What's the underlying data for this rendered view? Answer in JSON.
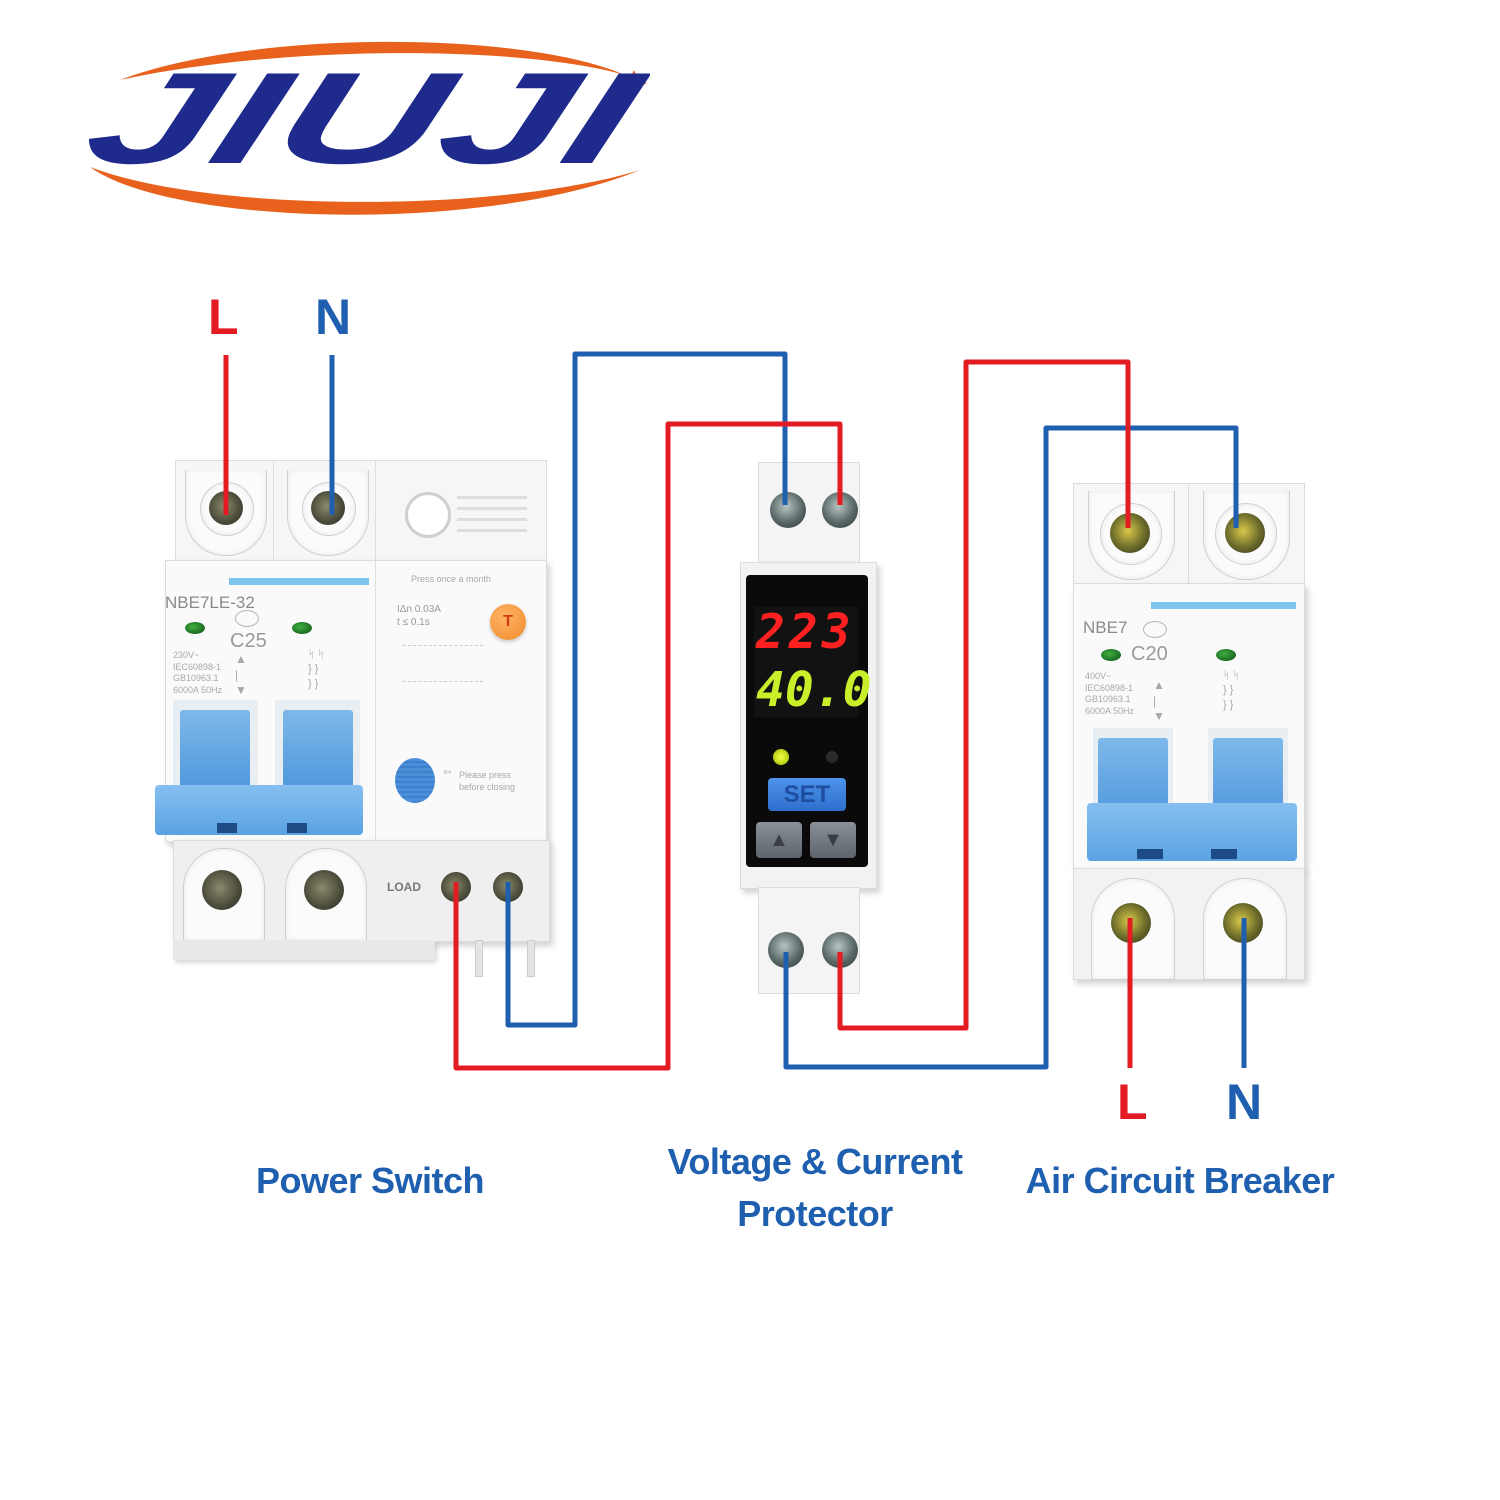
{
  "brand": {
    "name": "JIUJI",
    "colors": {
      "text": "#1e2a8c",
      "swoosh": "#e8621d"
    }
  },
  "wire_colors": {
    "live": "#e31b23",
    "neutral": "#1f5fb0"
  },
  "input_terminals": {
    "live_label": "L",
    "neutral_label": "N"
  },
  "output_terminals": {
    "live_label": "L",
    "neutral_label": "N"
  },
  "devices": {
    "power_switch": {
      "caption": "Power Switch",
      "model": "NBE7LE-32",
      "rating": "C25",
      "specs": [
        "230V~",
        "IEC60898-1",
        "GB10963.1",
        "6000A 50Hz"
      ],
      "rcd_notice": "Press once a month",
      "rcd_specs": [
        "IΔn 0.03A",
        "t ≤ 0.1s"
      ],
      "test_button_label": "T",
      "reset_notice": [
        "Please press",
        "before closing"
      ],
      "load_label": "LOAD"
    },
    "protector": {
      "caption_line1": "Voltage & Current",
      "caption_line2": "Protector",
      "voltage_reading": "223",
      "current_reading": "40.0",
      "set_button": "SET",
      "up_button": "▲",
      "down_button": "▼"
    },
    "air_breaker": {
      "caption": "Air Circuit Breaker",
      "model": "NBE7",
      "rating": "C20",
      "specs": [
        "400V~",
        "IEC60898-1",
        "GB10963.1",
        "6000A 50Hz"
      ]
    }
  }
}
